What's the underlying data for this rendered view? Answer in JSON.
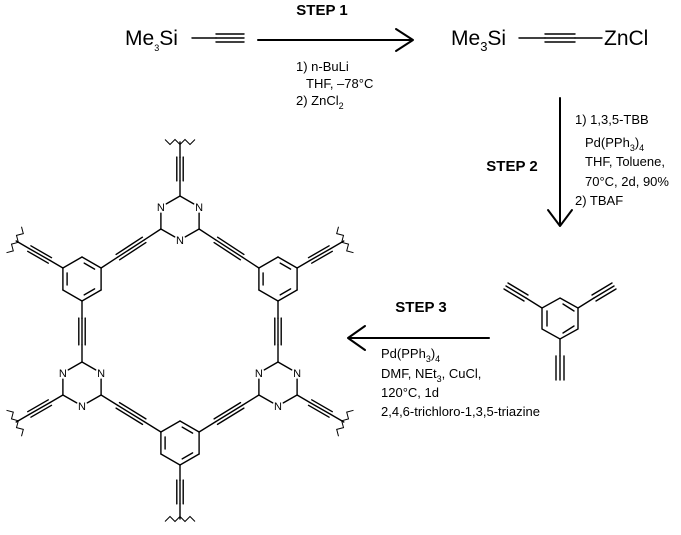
{
  "reactant": {
    "group": "Me",
    "sub": "3",
    "atom": "Si"
  },
  "product_left": {
    "group": "Me",
    "sub": "3",
    "atom": "Si"
  },
  "product_right": {
    "label": "ZnCl"
  },
  "step1": {
    "label": "STEP 1",
    "line1": "1) n-BuLi",
    "line2": "THF, –78°C",
    "line3": "2) ZnCl",
    "line3_sub": "2"
  },
  "step2": {
    "label": "STEP 2",
    "line1": "1) 1,3,5-TBB",
    "line2a": "Pd(PPh",
    "line2_sub": "3",
    "line2b": ")",
    "line2_sub2": "4",
    "line3": "THF, Toluene,",
    "line4": "70°C, 2d, 90%",
    "line5": "2) TBAF"
  },
  "step3": {
    "label": "STEP 3",
    "line1a": "Pd(PPh",
    "line1_sub": "3",
    "line1b": ")",
    "line1_sub2": "4",
    "line2a": "DMF, NEt",
    "line2_sub": "3",
    "line2b": ", CuCl,",
    "line3": "120°C, 1d",
    "line4": "2,4,6-trichloro-1,3,5-triazine"
  },
  "triazine_atom": "N"
}
